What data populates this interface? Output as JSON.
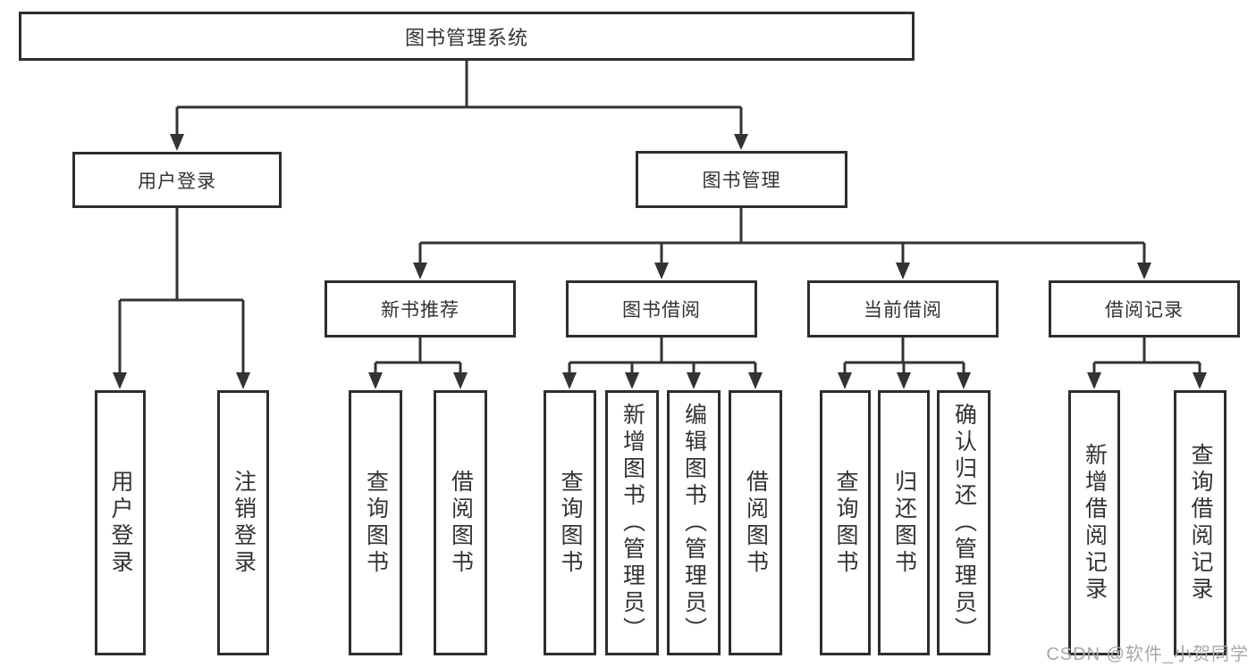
{
  "diagram": {
    "title": "图书管理系统",
    "level2": [
      {
        "label": "用户登录"
      },
      {
        "label": "图书管理"
      }
    ],
    "user_login_children": [
      {
        "label": "用户登录"
      },
      {
        "label": "注销登录"
      }
    ],
    "book_mgmt_children": [
      {
        "label": "新书推荐"
      },
      {
        "label": "图书借阅"
      },
      {
        "label": "当前借阅"
      },
      {
        "label": "借阅记录"
      }
    ],
    "new_book_rec_children": [
      {
        "label": "查询图书"
      },
      {
        "label": "借阅图书"
      }
    ],
    "book_borrow_children": [
      {
        "label": "查询图书"
      },
      {
        "label": "新增图书（管理员）"
      },
      {
        "label": "编辑图书（管理员）"
      },
      {
        "label": "借阅图书"
      }
    ],
    "current_borrow_children": [
      {
        "label": "查询图书"
      },
      {
        "label": "归还图书"
      },
      {
        "label": "确认归还（管理员）"
      }
    ],
    "borrow_record_children": [
      {
        "label": "新增借阅记录"
      },
      {
        "label": "查询借阅记录"
      }
    ]
  },
  "watermark": "CSDN @软件_小贺同学",
  "colors": {
    "line": "#333333",
    "text": "#333333",
    "box_border": "#2e2e2e",
    "background": "#ffffff",
    "watermark": "#a8a8a8"
  }
}
